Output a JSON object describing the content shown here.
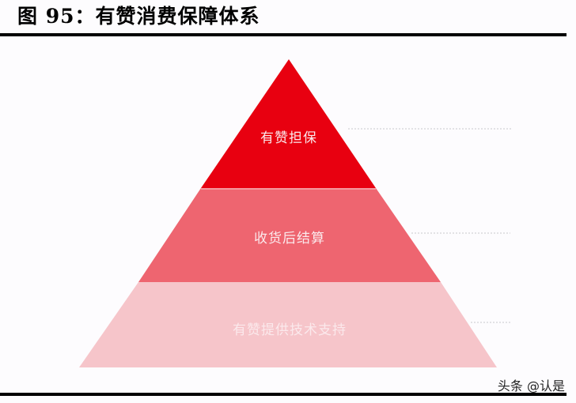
{
  "figure": {
    "title": "图 95：有赞消费保障体系"
  },
  "pyramid": {
    "layers": [
      {
        "label": "有赞担保",
        "color": "#e80010"
      },
      {
        "label": "收货后结算",
        "color": "#ee6570"
      },
      {
        "label": "有赞提供技术支持",
        "color": "#f6c5ca"
      }
    ],
    "leader_line_color": "#c8c8cc"
  },
  "watermark": {
    "text": "头条 @认是"
  }
}
